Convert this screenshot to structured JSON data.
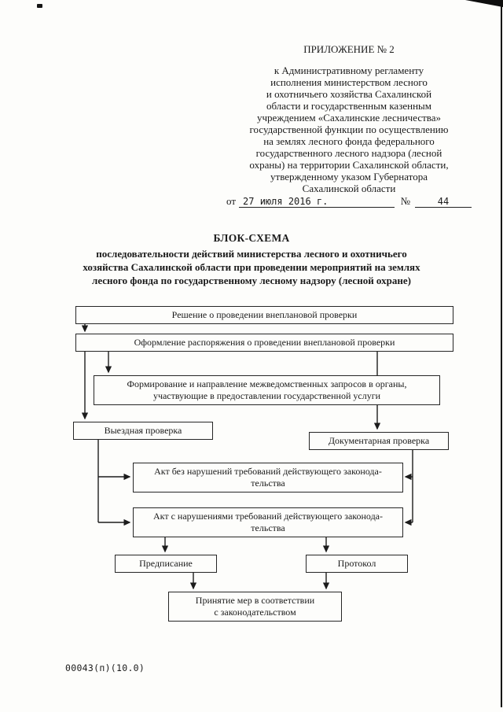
{
  "header": {
    "lines": [
      "ПРИЛОЖЕНИЕ № 2",
      "к Административному регламенту",
      "исполнения министерством лесного",
      "и охотничьего хозяйства Сахалинской",
      "области и государственным казенным",
      "учреждением «Сахалинские лесничества»",
      "государственной функции по осуществлению",
      "на землях лесного фонда федерального",
      "государственного лесного надзора (лесной",
      "охраны) на территории Сахалинской области,",
      "утвержденному указом Губернатора",
      "Сахалинской области"
    ]
  },
  "date_line": {
    "prefix": "от",
    "date": "27 июля 2016 г.",
    "no_sign": "№",
    "number": "44"
  },
  "title": "БЛОК-СХЕМА",
  "subtitle_lines": [
    "последовательности действий министерства лесного и охотничьего",
    "хозяйства Сахалинской области при проведении мероприятий на землях",
    "лесного фонда по государственному лесному надзору (лесной охране)"
  ],
  "flowchart": {
    "boxes": [
      {
        "lines": [
          "Решение о проведении внеплановой проверки"
        ]
      },
      {
        "lines": [
          "Оформление распоряжения о проведении внеплановой проверки"
        ]
      },
      {
        "lines": [
          "Формирование и направление межведомственных запросов в органы,",
          "участвующие в предоставлении государственной услуги"
        ]
      },
      {
        "lines": [
          "Выездная проверка"
        ]
      },
      {
        "lines": [
          "Документарная проверка"
        ]
      },
      {
        "lines": [
          "Акт без нарушений требований действующего законода-",
          "тельства"
        ]
      },
      {
        "lines": [
          "Акт с нарушениями требований действующего законода-",
          "тельства"
        ]
      },
      {
        "lines": [
          "Предписание"
        ]
      },
      {
        "lines": [
          "Протокол"
        ]
      },
      {
        "lines": [
          "Принятие мер в соответствии",
          "с законодательством"
        ]
      }
    ]
  },
  "footer": {
    "code": "00043(п)(10.0)"
  }
}
